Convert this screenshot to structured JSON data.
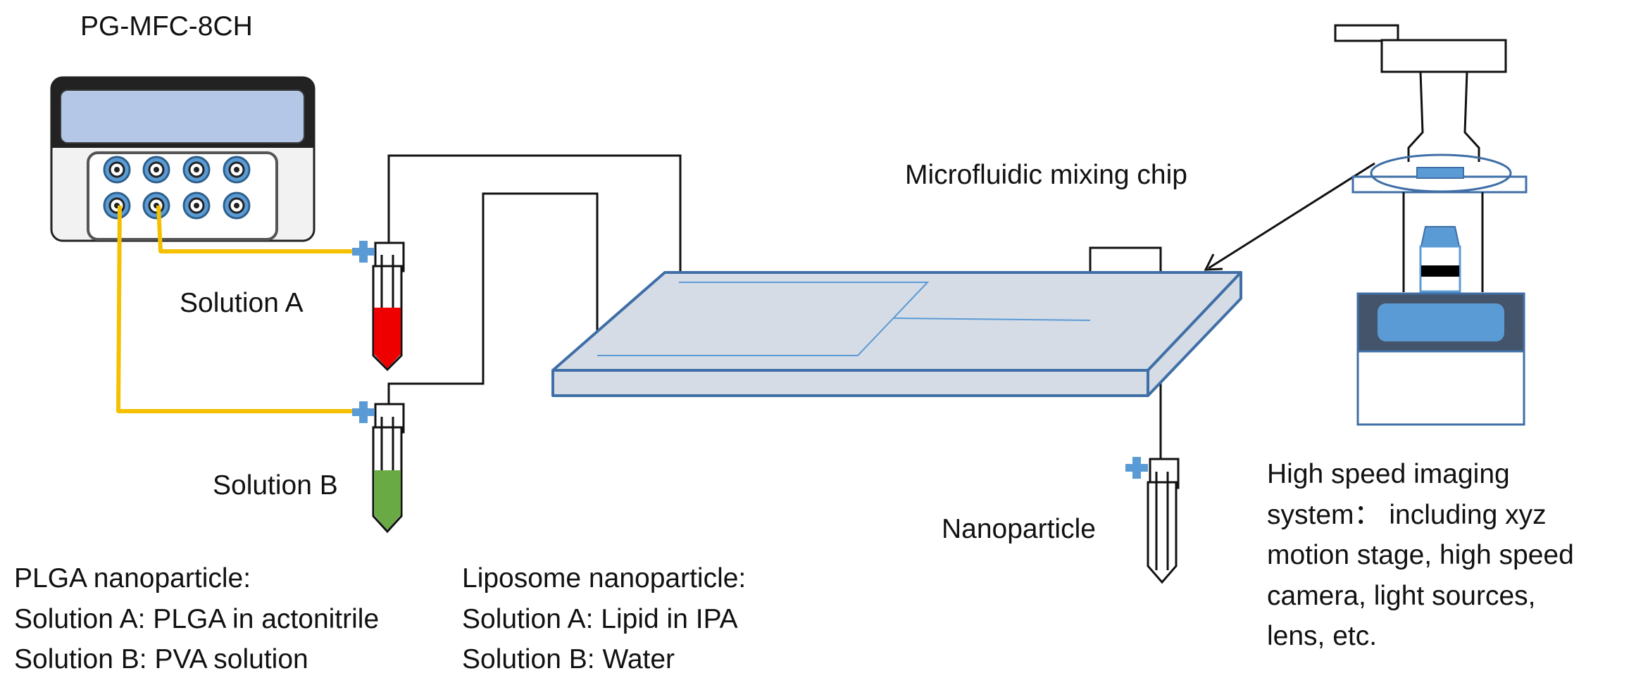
{
  "device": {
    "title": "PG-MFC-8CH"
  },
  "labels": {
    "solution_a": "Solution A",
    "solution_b": "Solution B",
    "chip": "Microfluidic mixing chip",
    "nanoparticle": "Nanoparticle"
  },
  "notes": {
    "plga": [
      "PLGA nanoparticle:",
      "Solution A: PLGA in actonitrile",
      "Solution B: PVA solution"
    ],
    "liposome": [
      "Liposome nanoparticle:",
      "Solution A: Lipid in IPA",
      "Solution B: Water"
    ],
    "imaging": [
      "High speed imaging",
      "system： including xyz",
      "motion stage, high speed",
      "camera, light sources,",
      "lens, etc."
    ]
  },
  "colors": {
    "tubing": "#F5C000",
    "solution_a_fill": "#EE0000",
    "solution_b_fill": "#6AAA44",
    "chip_fill": "#D5DCE6",
    "chip_stroke": "#3F6FA6",
    "screen": "#B4C7E7",
    "connector": "#5B9BD5",
    "stage_dark": "#44546A"
  },
  "icons": {
    "connector": "connector-fitting-icon"
  }
}
